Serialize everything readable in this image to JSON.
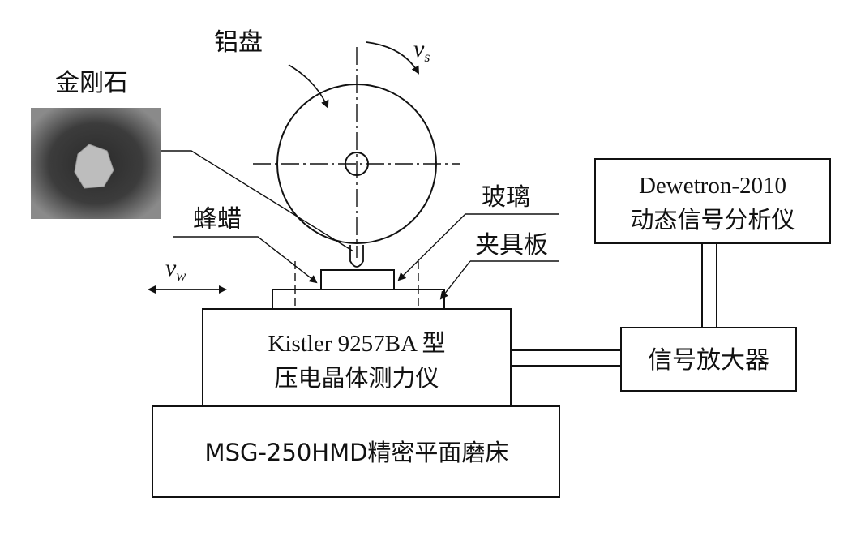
{
  "labels": {
    "aluminum_disk": "铝盘",
    "diamond": "金刚石",
    "glass": "玻璃",
    "beeswax": "蜂蜡",
    "fixture_plate": "夹具板",
    "vs": "v",
    "vs_sub": "s",
    "vw": "v",
    "vw_sub": "w",
    "analyzer_line1": "Dewetron-2010",
    "analyzer_line2": "动态信号分析仪",
    "amplifier": "信号放大器",
    "dynamometer_line1": "Kistler 9257BA 型",
    "dynamometer_line2": "压电晶体测力仪",
    "grinder": "MSG-250HMD精密平面磨床"
  },
  "icons": {
    "rotation": "curved-arrow-icon",
    "feed": "double-arrow-icon"
  },
  "colors": {
    "line": "#111111",
    "diamond_bg": "#3a3a3a",
    "diamond_crystal": "#bdbdbd"
  }
}
